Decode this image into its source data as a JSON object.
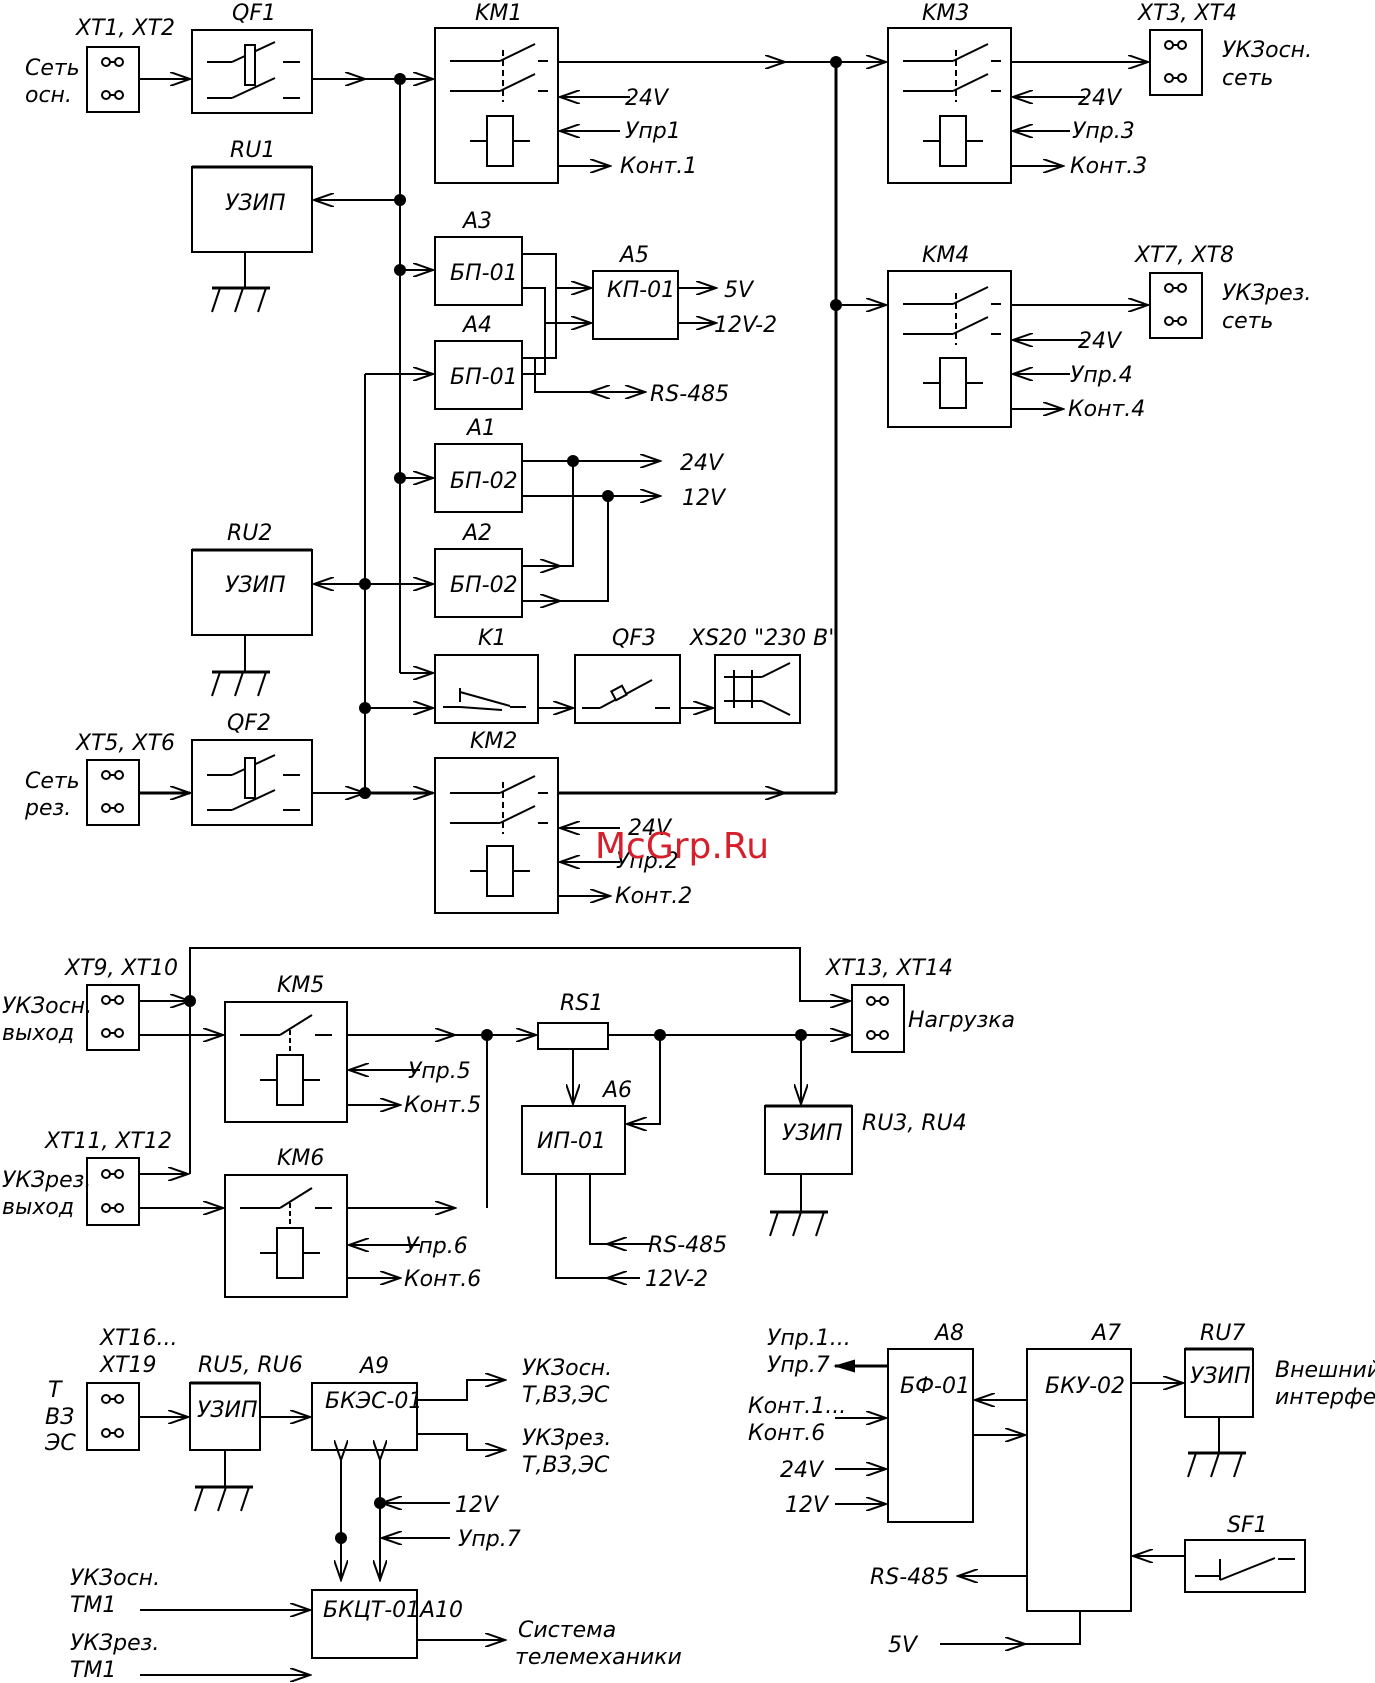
{
  "labels": {
    "xt1_xt2": "XT1, XT2",
    "qf1": "QF1",
    "km1": "KM1",
    "km3": "KM3",
    "xt3_xt4": "XT3, XT4",
    "set_osn_1": "Сеть",
    "set_osn_2": "осн.",
    "uk_osn_set_1": "УКЗосн.",
    "uk_osn_set_2": "сеть",
    "ru1": "RU1",
    "uzip1": "УЗИП",
    "a3": "A3",
    "bp01_a3": "БП-01",
    "a5": "A5",
    "kp01": "КП-01",
    "v5": "5V",
    "v12_2": "12V-2",
    "a4": "A4",
    "bp01_a4": "БП-01",
    "rs485_1": "RS-485",
    "a1": "A1",
    "bp02_a1": "БП-02",
    "v24": "24V",
    "v12": "12V",
    "ru2": "RU2",
    "uzip2": "УЗИП",
    "a2": "A2",
    "bp02_a2": "БП-02",
    "k1": "K1",
    "qf3": "QF3",
    "xs20": "XS20 \"230 В\"",
    "xt5_xt6": "XT5, XT6",
    "qf2": "QF2",
    "km2": "KM2",
    "set_rez_1": "Сеть",
    "set_rez_2": "рез.",
    "km1_24v": "24V",
    "km1_upr": "Упр1",
    "km1_kont": "Конт.1",
    "km3_24v": "24V",
    "km3_upr": "Упр.3",
    "km3_kont": "Конт.3",
    "km4": "KM4",
    "xt7_xt8": "XT7, XT8",
    "uk_rez_set_1": "УКЗрез.",
    "uk_rez_set_2": "сеть",
    "km4_24v": "24V",
    "km4_upr": "Упр.4",
    "km4_kont": "Конт.4",
    "km2_24v": "24V",
    "km2_upr": "Упр.2",
    "km2_kont": "Конт.2",
    "xt9_xt10": "XT9, XT10",
    "uk_osn_out_1": "УКЗосн.",
    "uk_osn_out_2": "выход",
    "km5": "KM5",
    "km5_upr": "Упр.5",
    "km5_kont": "Конт.5",
    "rs1": "RS1",
    "xt13_xt14": "XT13, XT14",
    "nagruzka": "Нагрузка",
    "a6": "A6",
    "ip01": "ИП-01",
    "uzip_ru34": "УЗИП",
    "ru3_ru4": "RU3, RU4",
    "xt11_xt12": "XT11, XT12",
    "uk_rez_out_1": "УКЗрез.",
    "uk_rez_out_2": "выход",
    "km6": "KM6",
    "km6_upr": "Упр.6",
    "km6_kont": "Конт.6",
    "rs485_2": "RS-485",
    "v12_2b": "12V-2",
    "xt16": "XT16...",
    "xt19": "XT19",
    "t": "Т",
    "vz": "ВЗ",
    "es": "ЭС",
    "ru5_ru6": "RU5, RU6",
    "uzip_ru56": "УЗИП",
    "a9": "A9",
    "bkes01": "БКЭС-01",
    "uk_osn_t1": "УКЗосн.",
    "uk_osn_t2": "Т,ВЗ,ЭС",
    "uk_rez_t1": "УКЗрез.",
    "uk_rez_t2": "Т,ВЗ,ЭС",
    "a9_12v": "12V",
    "a9_upr7": "Упр.7",
    "uk_osn_tm1": "УКЗосн.",
    "uk_osn_tm2": "ТМ1",
    "uk_rez_tm1": "УКЗрез.",
    "uk_rez_tm2": "ТМ1",
    "bkct01": "БКЦТ-01",
    "a10": "A10",
    "sys1": "Система",
    "sys2": "телемеханики",
    "upr1_7a": "Упр.1...",
    "upr1_7b": "Упр.7",
    "kont1_6a": "Конт.1...",
    "kont1_6b": "Конт.6",
    "bf_24v": "24V",
    "bf_12v": "12V",
    "a8": "A8",
    "bf01": "БФ-01",
    "a7": "A7",
    "bku02": "БКУ-02",
    "ru7": "RU7",
    "uzip_ru7": "УЗИП",
    "ext1": "Внешний",
    "ext2": "интерфейс",
    "sf1": "SF1",
    "rs485_3": "RS-485",
    "v5b": "5V",
    "watermark": "McGrp.Ru"
  }
}
